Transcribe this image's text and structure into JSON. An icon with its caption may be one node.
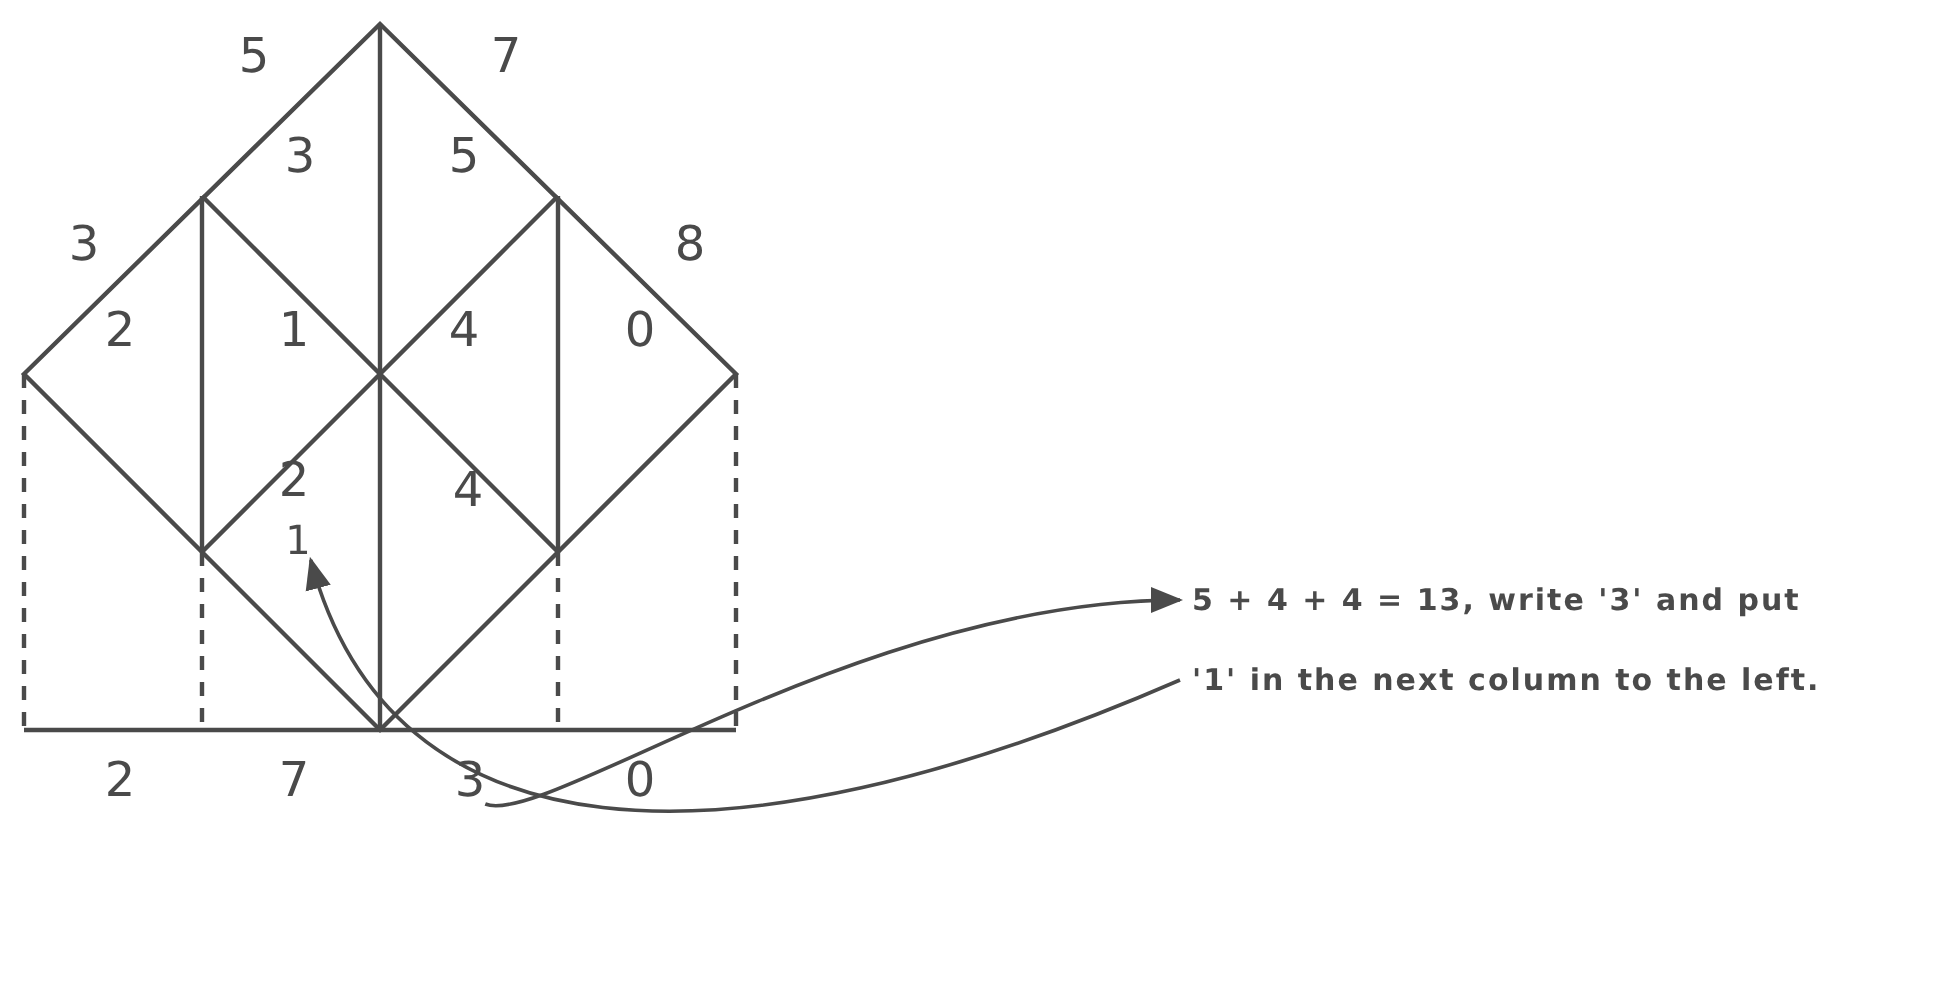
{
  "diagram": {
    "nodes": [
      {
        "text": [
          "3"
        ]
      },
      {
        "text": [
          "5 + 4 + 4 = 13, write '3' and put"
        ]
      },
      {
        "text": [
          "1"
        ]
      },
      {
        "text": [
          "'1' in the next column to the left."
        ]
      }
    ],
    "edges": [
      {
        "from": 0,
        "to": 1,
        "arrow": "to"
      },
      {
        "from": 3,
        "to": 2,
        "arrow": "to"
      }
    ],
    "labels": [
      "5",
      "7",
      "3",
      "5",
      "3",
      "8",
      "2",
      "1",
      "4",
      "0",
      "2",
      "4",
      "2",
      "7",
      "0"
    ]
  }
}
